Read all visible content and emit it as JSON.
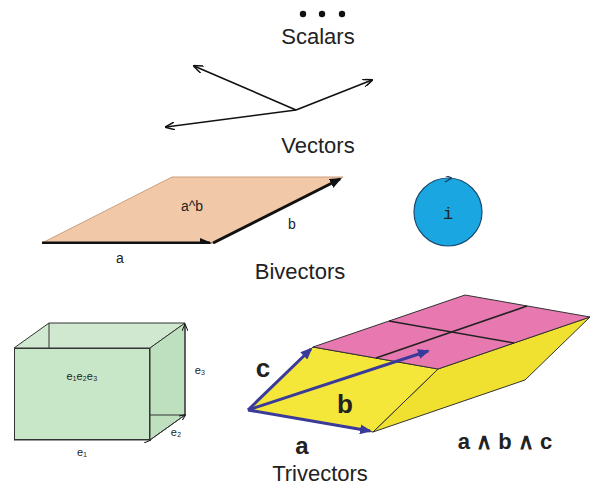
{
  "diagram": {
    "nodes": [
      {
        "text": [
          "a^b"
        ]
      },
      {
        "text": [
          "i"
        ]
      },
      {
        "text": [
          "e₁e₂e₃"
        ]
      }
    ],
    "labels": [
      "Scalars",
      "Vectors",
      "a",
      "b",
      "Bivectors",
      "e₃",
      "e₁",
      "e₂",
      "c",
      "b",
      "a",
      "a ∧ b ∧ c",
      "Trivectors"
    ]
  }
}
